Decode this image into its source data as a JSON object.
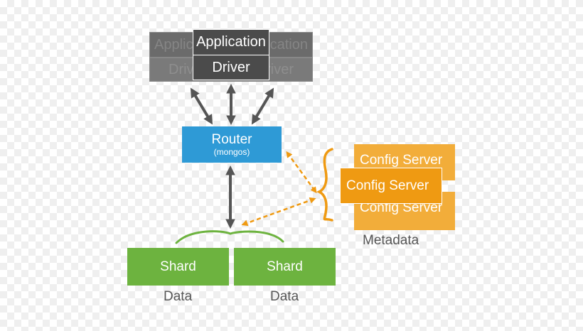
{
  "application": {
    "back_left_top": "Applic",
    "back_left_bottom": "Driv",
    "back_right_top": "ication",
    "back_right_bottom": "river",
    "front_top": "Application",
    "front_bottom": "Driver"
  },
  "router": {
    "title": "Router",
    "subtitle": "(mongos)"
  },
  "config_servers": [
    "Config Server",
    "Config Server",
    "Config Server"
  ],
  "metadata_label": "Metadata",
  "shards": [
    {
      "label": "Shard",
      "caption": "Data"
    },
    {
      "label": "Shard",
      "caption": "Data"
    }
  ],
  "colors": {
    "app_gray": "#4b4b4b",
    "router_blue": "#2e9ad6",
    "config_orange": "#ef9a12",
    "shard_green": "#6db33f",
    "arrow_gray": "#555555"
  }
}
